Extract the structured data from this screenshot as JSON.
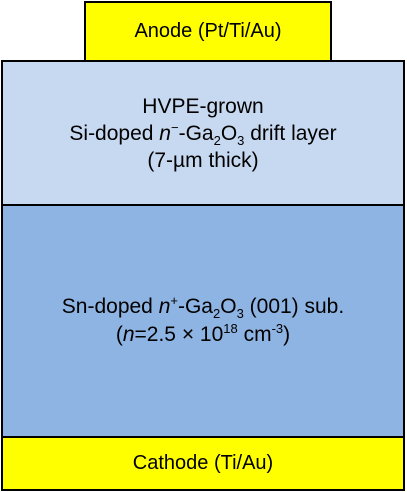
{
  "anode": {
    "label": "Anode (Pt/Ti/Au)",
    "color": "#ffff00"
  },
  "drift_layer": {
    "color": "#c6d9f1",
    "line1": "HVPE-grown",
    "line2_prefix": "Si-doped ",
    "line2_n": "n",
    "line2_sup": "−",
    "line2_ga": "-Ga",
    "line2_sub2": "2",
    "line2_o": "O",
    "line2_sub3": "3",
    "line2_suffix": " drift layer",
    "line3": "(7-µm thick)"
  },
  "substrate": {
    "color": "#8eb4e3",
    "line1_prefix": "Sn-doped ",
    "line1_n": "n",
    "line1_sup": "+",
    "line1_ga": "-Ga",
    "line1_sub2": "2",
    "line1_o": "O",
    "line1_sub3": "3",
    "line1_suffix": " (001) sub.",
    "line2_open": "(",
    "line2_n": "n",
    "line2_value": "=2.5 × 10",
    "line2_exp": "18",
    "line2_unit": " cm",
    "line2_unit_exp": "-3",
    "line2_close": ")"
  },
  "cathode": {
    "label": "Cathode (Ti/Au)",
    "color": "#ffff00"
  }
}
